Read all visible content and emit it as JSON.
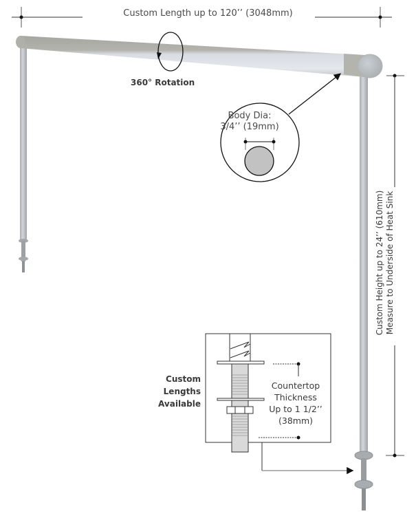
{
  "labels": {
    "length": "Custom Length up to 120’’  (3048mm)",
    "rotation": "360° Rotation",
    "body_dia_line1": "Body Dia:",
    "body_dia_line2": "3/4’’ (19mm)",
    "height_line1": "Custom Height up to 24’’ (610mm)",
    "height_line2": "Measure to Underside of Heat Sink",
    "custom_lengths": [
      "Custom",
      "Lengths",
      "Available"
    ],
    "countertop": [
      "Countertop",
      "Thickness",
      "Up to 1 1/2’’",
      "(38mm)"
    ]
  },
  "colors": {
    "bar_top": "#a9a9a4",
    "bar_mid": "#c8ccd2",
    "bar_highlight": "#dde1e6",
    "leg": "#b9bcc0",
    "line": "#222222",
    "dia_fill": "#c2c2c2"
  }
}
